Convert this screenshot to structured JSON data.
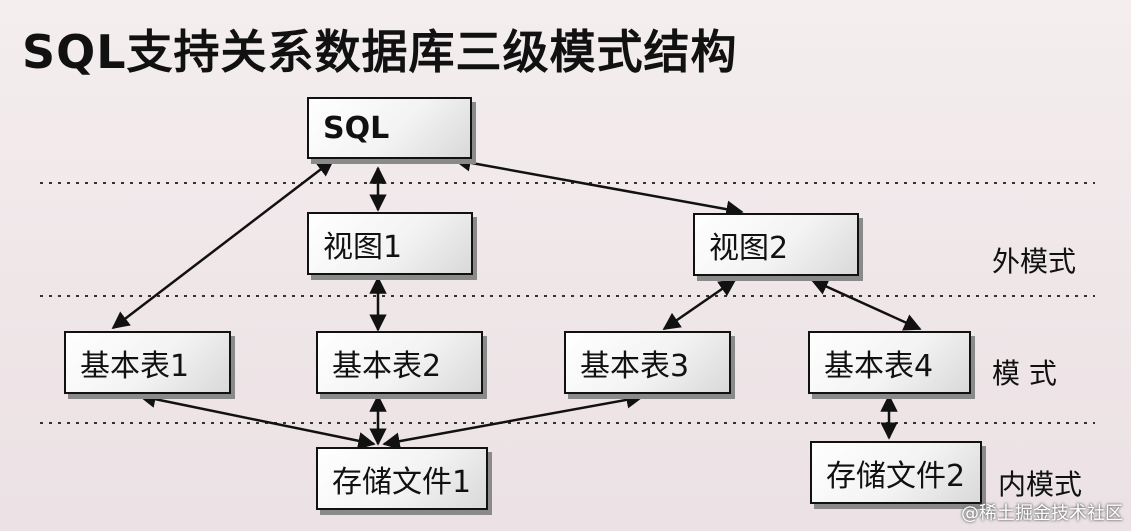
{
  "title": "SQL支持关系数据库三级模式结构",
  "nodes": {
    "sql": "SQL",
    "view1": "视图1",
    "view2": "视图2",
    "table1": "基本表1",
    "table2": "基本表2",
    "table3": "基本表3",
    "table4": "基本表4",
    "file1": "存储文件1",
    "file2": "存储文件2"
  },
  "levels": {
    "external": "外模式",
    "conceptual": "模 式",
    "internal": "内模式"
  },
  "watermark": "@稀土掘金技术社区"
}
